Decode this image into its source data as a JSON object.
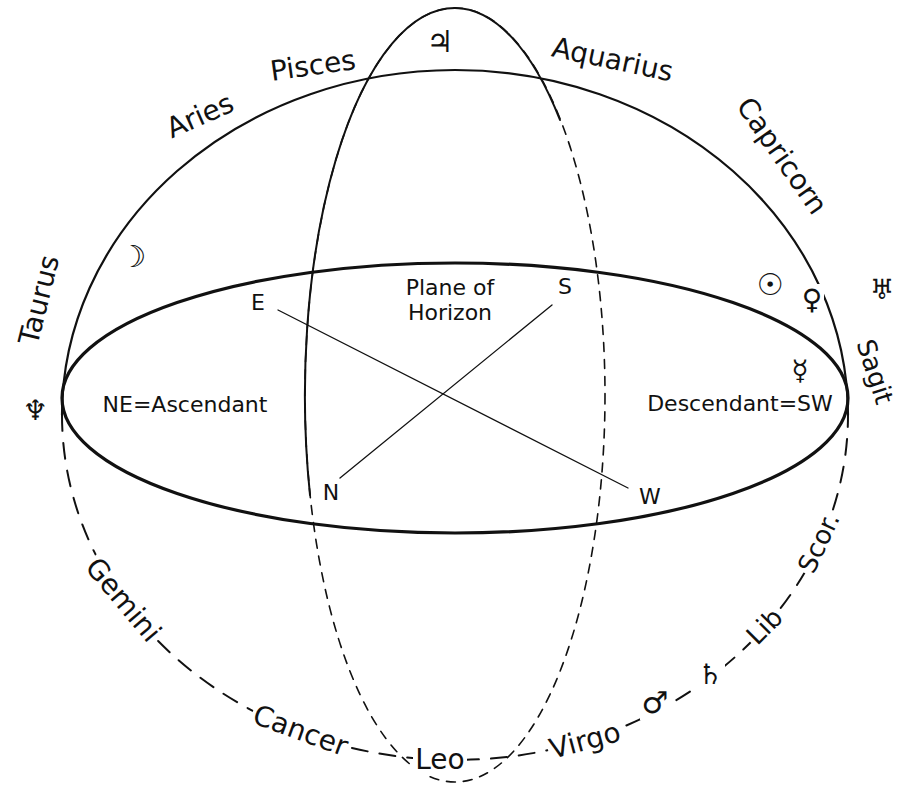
{
  "diagram": {
    "labels": [
      "Taurus",
      "Aries",
      "Pisces",
      "♃",
      "Aquarius",
      "Capricorn",
      "♅",
      "Sagit",
      "☽",
      "☉",
      "♀",
      "E",
      "Plane of Horizon",
      "S",
      "☿",
      "♆",
      "NE=Ascendant",
      "Descendant=SW",
      "N",
      "W",
      "Scor.",
      "Gemini",
      "Lib",
      "♄",
      "♂",
      "Cancer",
      "Virgo",
      "Leo"
    ]
  }
}
